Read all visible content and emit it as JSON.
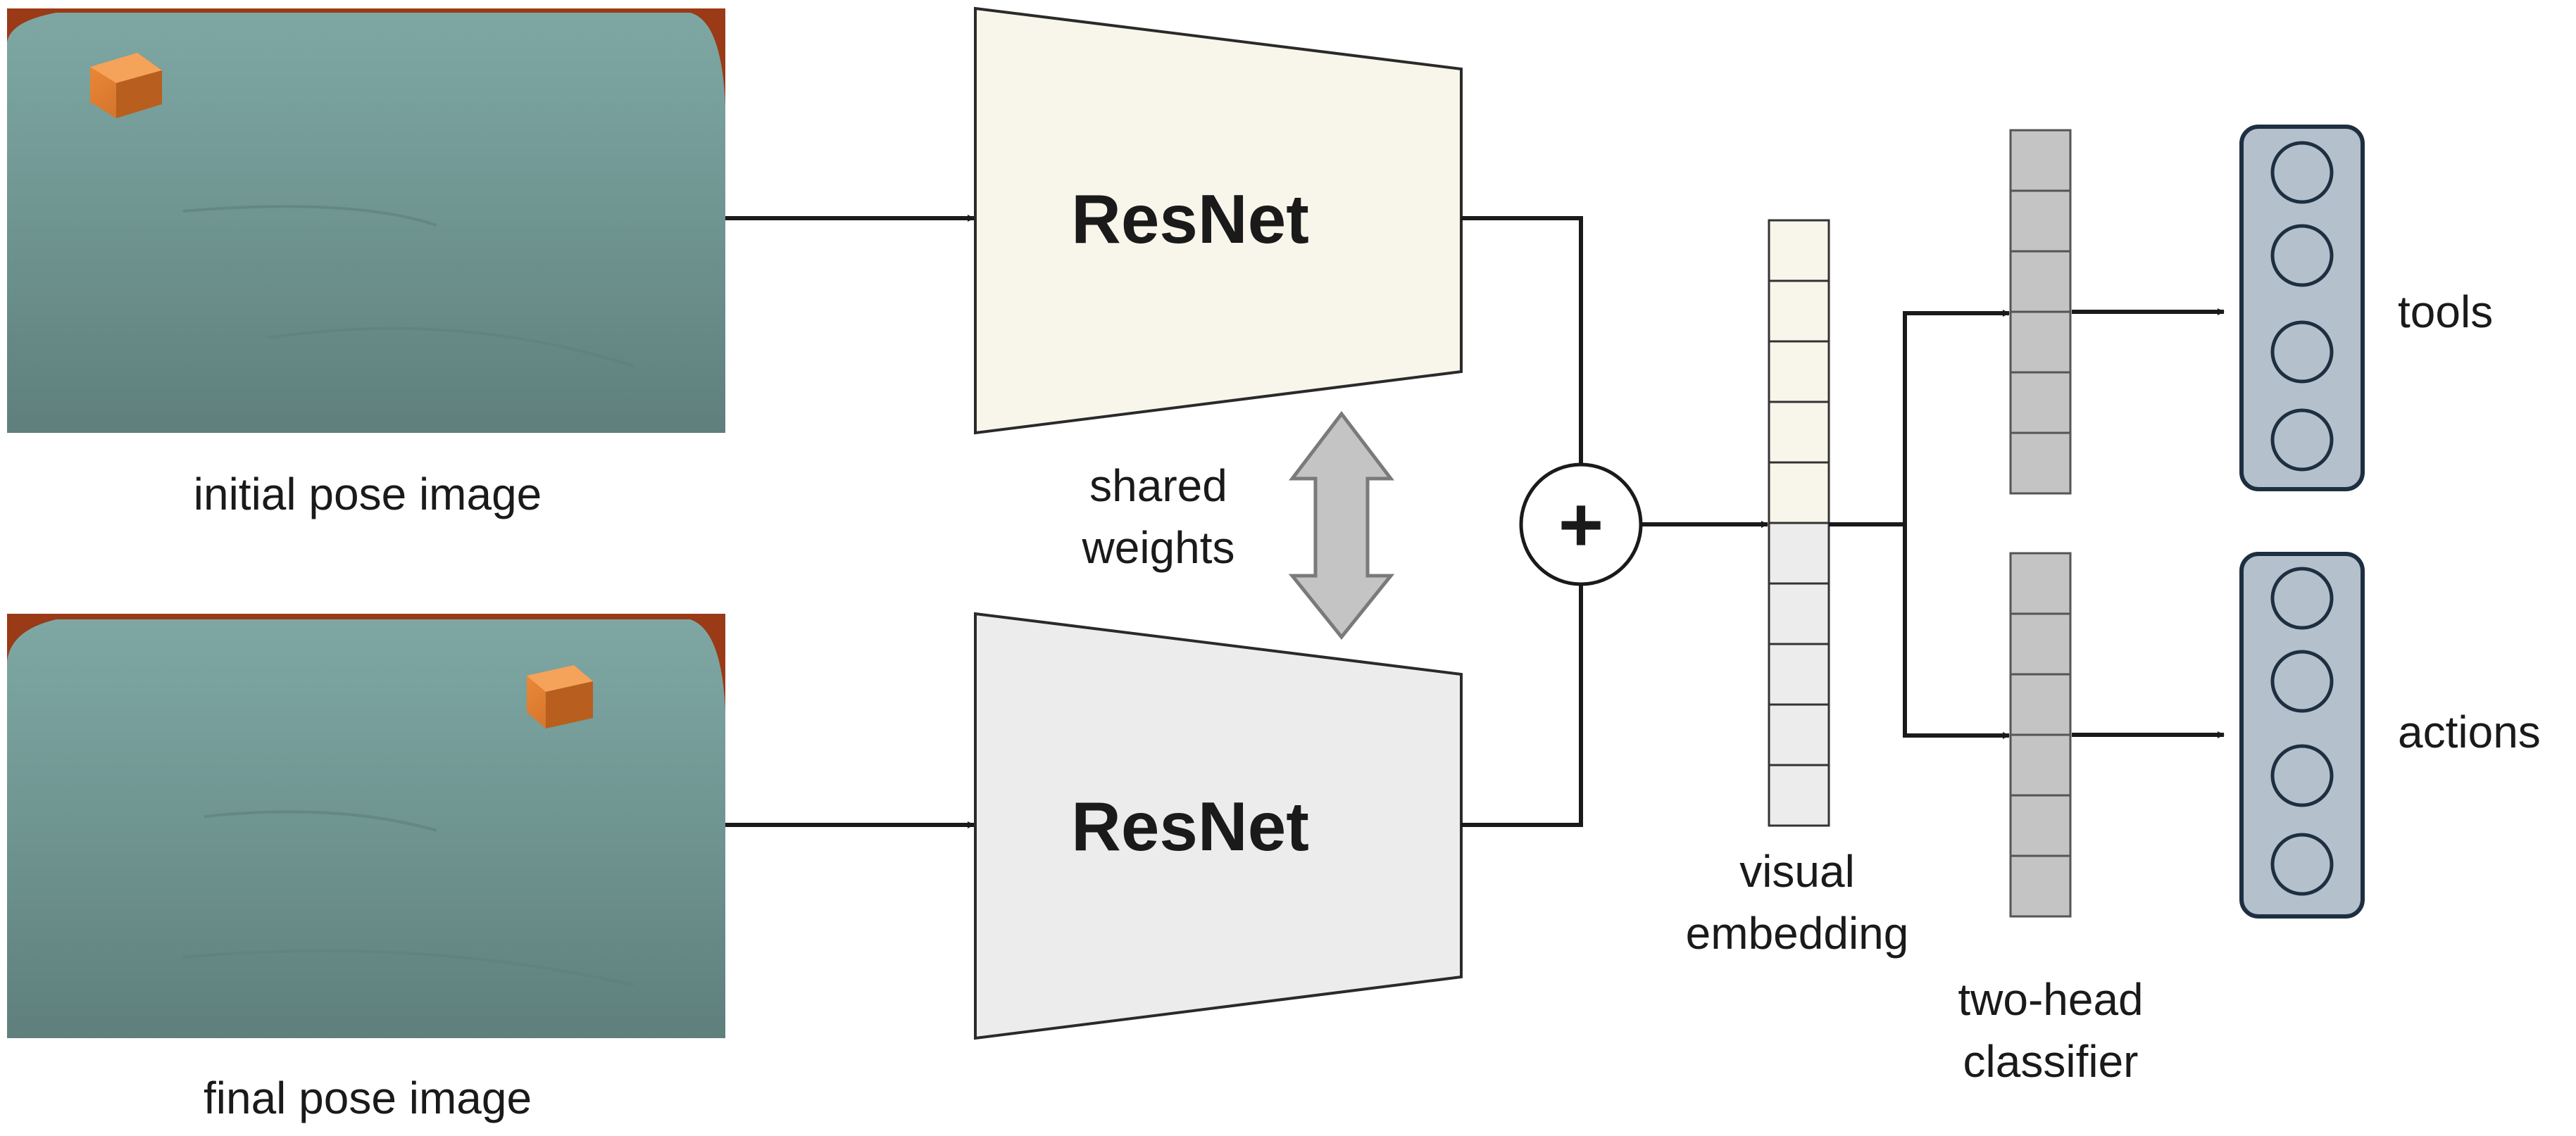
{
  "inputs": {
    "initial_caption": "initial pose image",
    "final_caption": "final pose image"
  },
  "encoders": {
    "top_label": "ResNet",
    "bottom_label": "ResNet",
    "shared_line1": "shared",
    "shared_line2": "weights"
  },
  "fusion": {
    "symbol": "+"
  },
  "embedding": {
    "line1": "visual",
    "line2": "embedding"
  },
  "classifier": {
    "line1": "two-head",
    "line2": "classifier"
  },
  "outputs": {
    "tools_label": "tools",
    "actions_label": "actions"
  },
  "colors": {
    "encoder_top_fill": "#f8f6ea",
    "encoder_bottom_fill": "#ececec",
    "embedding_top_fill": "#f8f6ea",
    "embedding_bottom_fill": "#ececec",
    "head_fill": "#c4c4c4",
    "output_fill": "#b5c0cd",
    "output_stroke": "#1d2f40",
    "sheet_color": "#6f8e8b",
    "wall_color": "#9a3a17",
    "cube_color": "#e07b30"
  }
}
